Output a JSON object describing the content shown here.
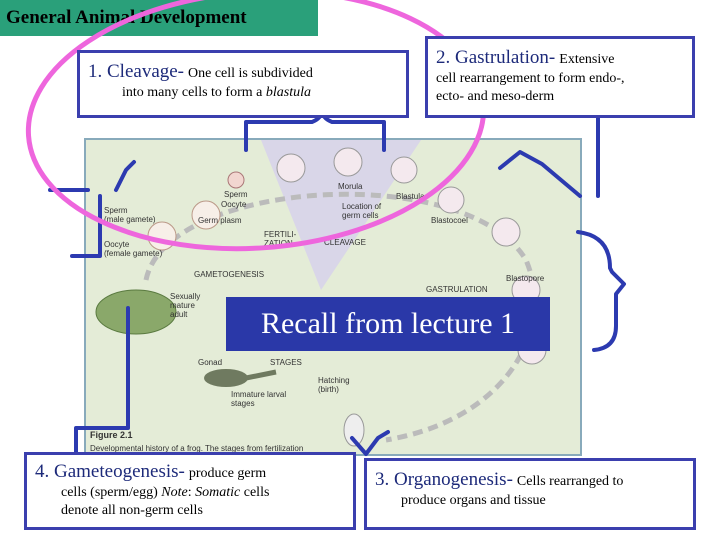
{
  "title": "General Animal Development",
  "steps": {
    "cleavage": {
      "heading": "1.  Cleavage-",
      "desc": "One cell is subdivided",
      "desc2": "into many cells to form  a ",
      "term": "blastula"
    },
    "gastrulation": {
      "heading": "2. Gastrulation-",
      "desc": "Extensive",
      "desc2": "cell rearrangement to form endo-,",
      "desc3": "ecto- and meso-derm"
    },
    "organogenesis": {
      "heading": "3. Organogenesis-",
      "desc": "Cells rearranged to",
      "desc2": "produce organs and tissue"
    },
    "gameteogenesis": {
      "heading": "4. Gameteogenesis-",
      "desc": "produce germ",
      "desc2": "cells (sperm/egg) ",
      "note": "Note",
      "desc3": ": ",
      "term": "Somatic",
      "desc4": " cells",
      "desc5": "denote all non-germ cells"
    }
  },
  "callout": "Recall from lecture 1",
  "figure": {
    "labels": {
      "sperm": "Sperm",
      "sperm_male": "Sperm\n(male gamete)",
      "oocyte": "Oocyte",
      "germ_plasm": "Germ plasm",
      "oocyte_female": "Oocyte\n(female gamete)",
      "fertilization": "FERTILI-\nZATION",
      "morula": "Morula",
      "location_germ": "Location of\ngerm cells",
      "blastula": "Blastula",
      "blastocoel": "Blastocoel",
      "cleavage": "CLEAVAGE",
      "gametogenesis": "GAMETOGENESIS",
      "blastopore": "Blastopore",
      "gastrulation": "GASTRULATION",
      "sexually_mature": "Sexually\nmature\nadult",
      "gonad": "Gonad",
      "stages": "STAGES",
      "immature": "Immature larval\nstages",
      "hatching": "Hatching\n(birth)",
      "caption_title": "Figure 2.1",
      "caption_text": "Developmental history of a frog. The stages from fertilization"
    }
  },
  "colors": {
    "title_bg": "#2aa07a",
    "box_border": "#3b3fae",
    "callout_bg": "#2a38a8",
    "circle": "#ee66dd",
    "bracket": "#2c3ab0"
  }
}
